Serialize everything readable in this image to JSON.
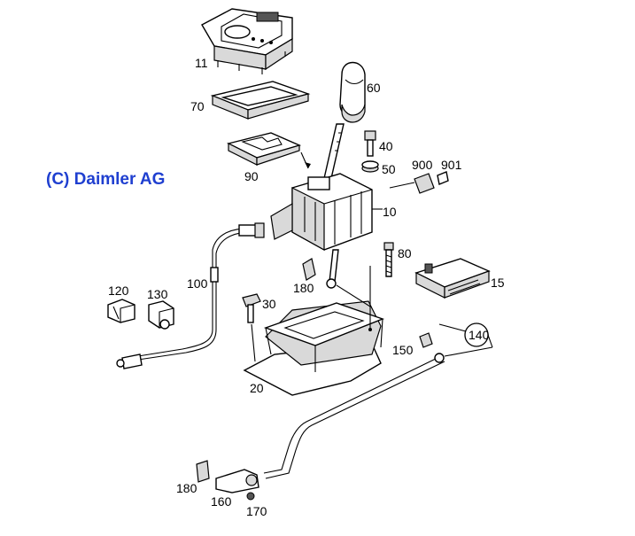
{
  "copyright": "(C) Daimler AG",
  "callouts": {
    "p11": "11",
    "p70": "70",
    "p90": "90",
    "p60": "60",
    "p40": "40",
    "p50": "50",
    "p900": "900",
    "p901": "901",
    "p10": "10",
    "p80": "80",
    "p15": "15",
    "p100": "100",
    "p120": "120",
    "p130": "130",
    "p180a": "180",
    "p30": "30",
    "p150": "150",
    "p140": "140",
    "p20": "20",
    "p180b": "180",
    "p160": "160",
    "p170": "170"
  }
}
